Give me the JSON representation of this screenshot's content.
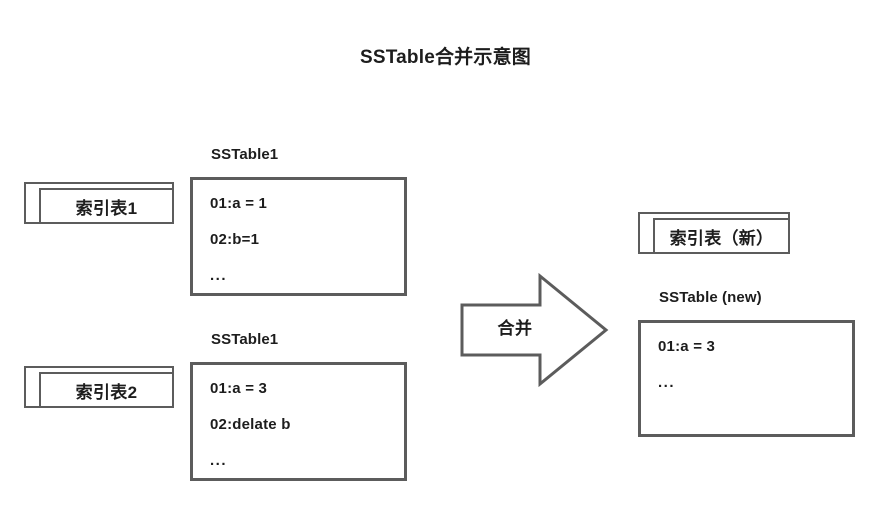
{
  "diagram": {
    "title": "SSTable合并示意图",
    "stroke_color": "#5c5c5c",
    "text_color": "#1d1d1d",
    "background_color": "#ffffff"
  },
  "left": {
    "blocks": [
      {
        "index_label": "索引表1",
        "table_label": "SSTable1",
        "rows": [
          "01:a = 1",
          "02:b=1",
          "..."
        ]
      },
      {
        "index_label": "索引表2",
        "table_label": "SSTable1",
        "rows": [
          "01:a = 3",
          "02:delate b",
          "..."
        ]
      }
    ]
  },
  "arrow": {
    "label": "合并"
  },
  "right": {
    "index_label": "索引表（新）",
    "table_label": "SSTable (new)",
    "rows": [
      "01:a = 3",
      "..."
    ]
  }
}
